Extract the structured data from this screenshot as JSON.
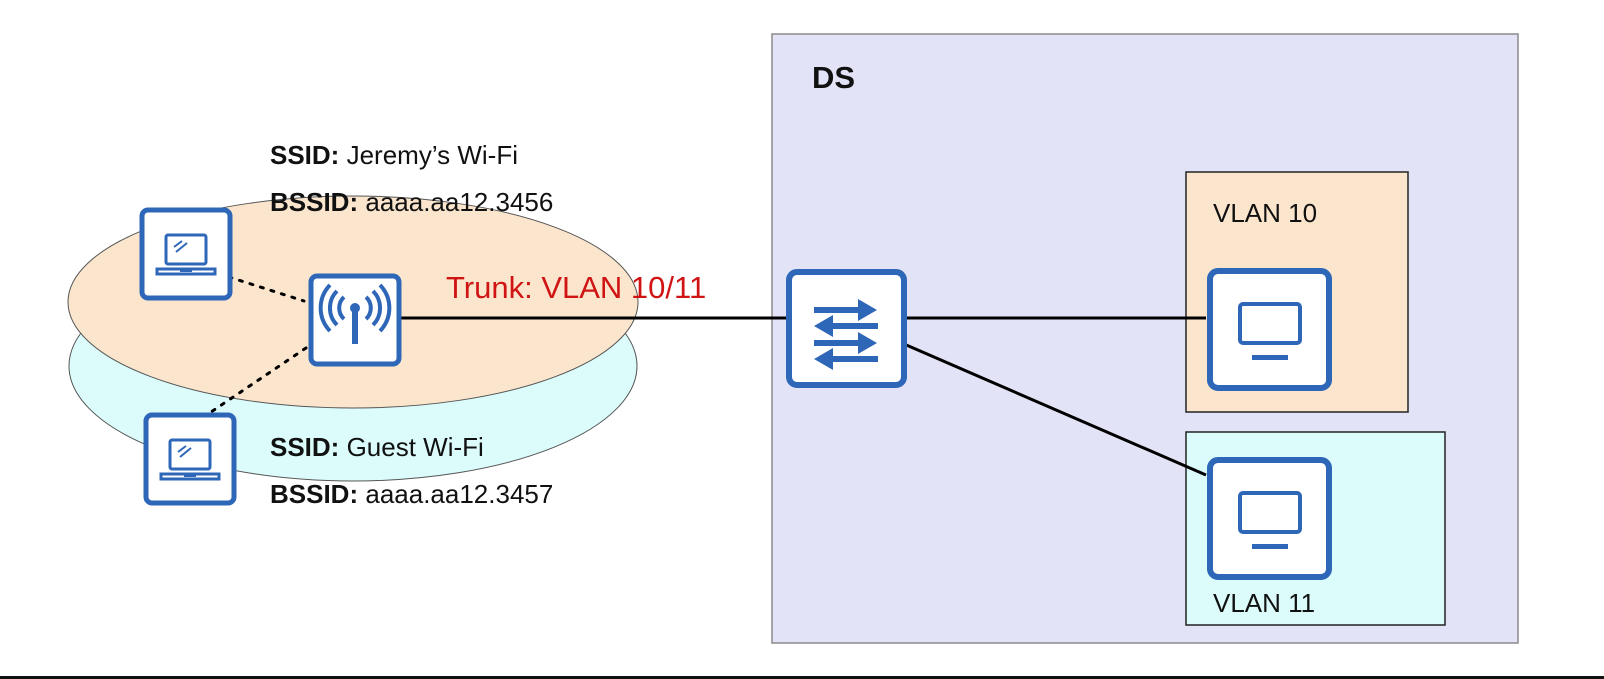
{
  "colors": {
    "device_blue": "#2f67b8",
    "ds_fill": "#e3e3f7",
    "wifi_orange": "#fbe6cd",
    "wifi_cyan": "#dcfcfc",
    "trunk_red": "#d01414"
  },
  "wifi": {
    "primary": {
      "ssid_label": "SSID:",
      "ssid": "Jeremy’s Wi-Fi",
      "bssid_label": "BSSID:",
      "bssid": "aaaa.aa12.3456"
    },
    "guest": {
      "ssid_label": "SSID:",
      "ssid": "Guest Wi-Fi",
      "bssid_label": "BSSID:",
      "bssid": "aaaa.aa12.3457"
    }
  },
  "trunk_label": "Trunk: VLAN 10/11",
  "ds": {
    "title": "DS",
    "vlans": [
      {
        "label": "VLAN 10"
      },
      {
        "label": "VLAN 11"
      }
    ]
  },
  "icons": [
    "laptop-icon",
    "access-point-icon",
    "switch-icon",
    "pc-monitor-icon"
  ]
}
